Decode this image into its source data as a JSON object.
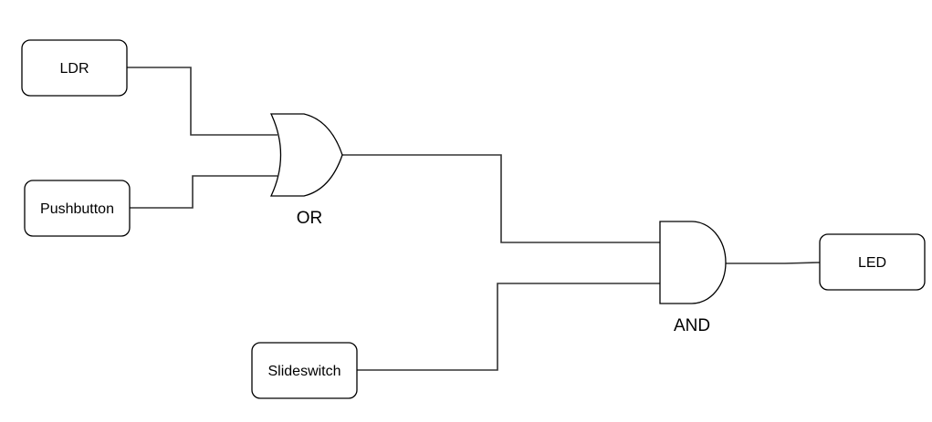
{
  "diagram": {
    "type": "logic-circuit",
    "inputs": [
      {
        "id": "ldr",
        "label": "LDR"
      },
      {
        "id": "pushbutton",
        "label": "Pushbutton"
      },
      {
        "id": "slideswitch",
        "label": "Slideswitch"
      }
    ],
    "gates": [
      {
        "id": "or",
        "type": "OR",
        "label": "OR",
        "inputs": [
          "ldr",
          "pushbutton"
        ]
      },
      {
        "id": "and",
        "type": "AND",
        "label": "AND",
        "inputs": [
          "or",
          "slideswitch"
        ]
      }
    ],
    "outputs": [
      {
        "id": "led",
        "label": "LED",
        "source": "and"
      }
    ],
    "connections": [
      {
        "from": "ldr",
        "to": "or"
      },
      {
        "from": "pushbutton",
        "to": "or"
      },
      {
        "from": "or",
        "to": "and"
      },
      {
        "from": "slideswitch",
        "to": "and"
      },
      {
        "from": "and",
        "to": "led"
      }
    ]
  }
}
